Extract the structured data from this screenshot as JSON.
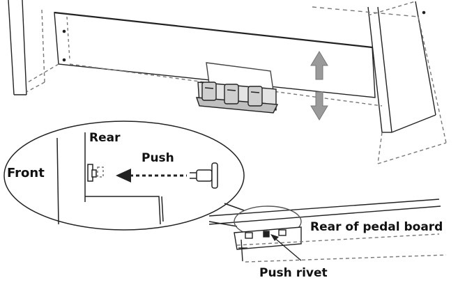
{
  "labels": {
    "rear": "Rear",
    "push": "Push",
    "front": "Front",
    "rear_of_pedal_board": "Rear of pedal board",
    "push_rivet": "Push rivet"
  },
  "colors": {
    "line": "#222222",
    "dashed": "#777777",
    "arrow_gray": "#999999",
    "pedal_fill": "#d8d8d8"
  }
}
